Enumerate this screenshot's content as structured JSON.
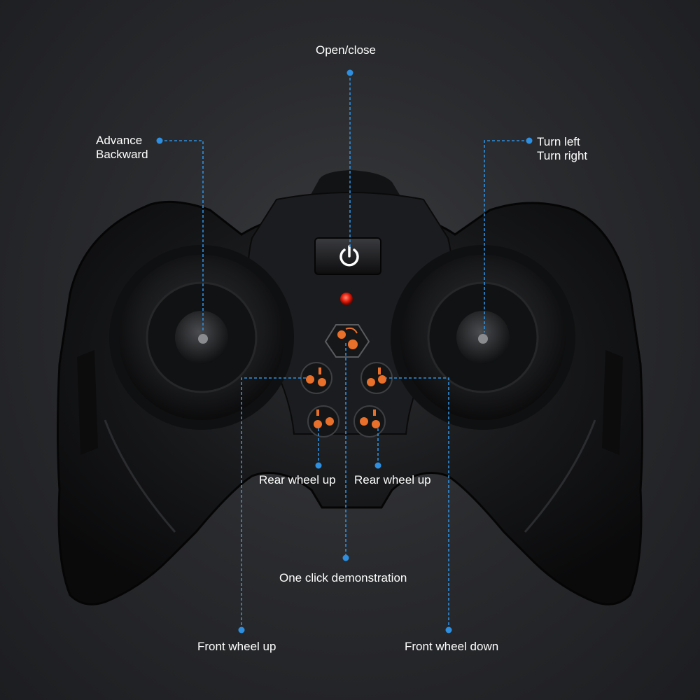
{
  "labels": {
    "open_close": "Open/close",
    "advance": "Advance",
    "backward": "Backward",
    "turn_left": "Turn left",
    "turn_right": "Turn right",
    "rear_wheel_up_left": "Rear wheel up",
    "rear_wheel_up_right": "Rear wheel up",
    "one_click_demo": "One click demonstration",
    "front_wheel_up": "Front wheel up",
    "front_wheel_down": "Front wheel down"
  },
  "colors": {
    "leader_line": "#2e8fe0",
    "leader_dot": "#2e8fe0",
    "button_icon": "#e8702a",
    "indicator_led": "#ff2a10",
    "controller_body": "#111214"
  },
  "icons": {
    "power_button": "power-icon",
    "demo_button": "demo-mode-icon",
    "front_up_button": "front-wheel-up-icon",
    "front_down_button": "front-wheel-down-icon",
    "rear_up_left_button": "rear-wheel-up-icon",
    "rear_up_right_button": "rear-wheel-up-icon"
  }
}
